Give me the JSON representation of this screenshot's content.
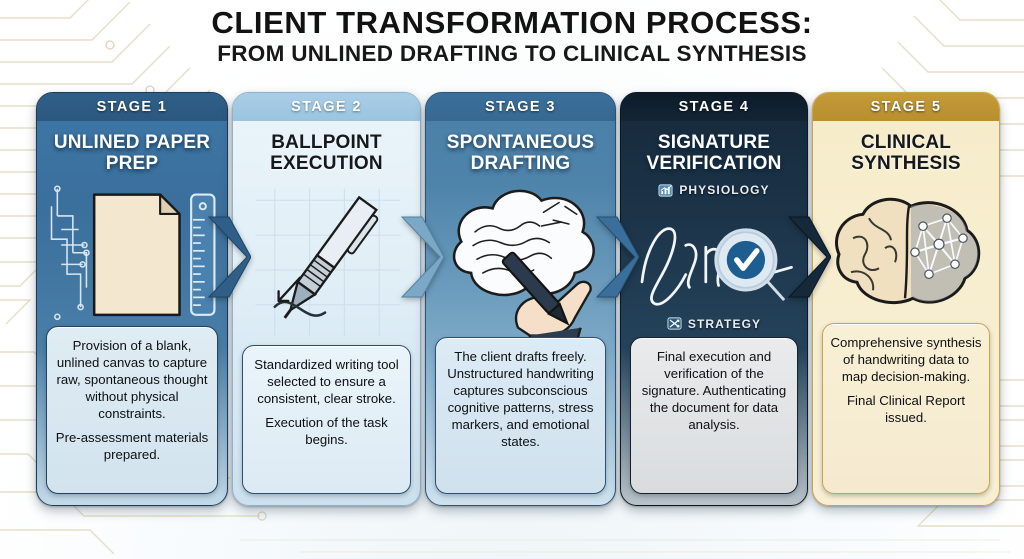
{
  "header": {
    "title_line1": "CLIENT TRANSFORMATION PROCESS:",
    "title_line2": "FROM UNLINED DRAFTING TO CLINICAL SYNTHESIS"
  },
  "colors": {
    "stage1_banner": "#2f5f88",
    "stage2_banner": "#a9cde6",
    "stage3_banner": "#3a6f9b",
    "stage4_banner": "#0d1b28",
    "stage5_banner": "#c59a38",
    "stage1_card": "#3d77a6",
    "stage2_card": "#e2eff7",
    "stage3_card": "#4e83aa",
    "stage4_card": "#1c3449",
    "stage5_card": "#f7eed0",
    "chevron_1": "#2f5f88",
    "chevron_2": "#7aa8c6",
    "chevron_3": "#3a6f9b",
    "chevron_4": "#16293a",
    "background": "#ffffff",
    "circuit_trace": "#e3dcc9"
  },
  "stages": [
    {
      "badge": "STAGE 1",
      "title": "UNLINED PAPER PREP",
      "illustration": "blank-paper-icon",
      "paragraphs": [
        "Provision of a blank, unlined canvas to capture raw, spontaneous thought without physical constraints.",
        "Pre-assessment materials prepared."
      ]
    },
    {
      "badge": "STAGE 2",
      "title": "BALLPOINT EXECUTION",
      "illustration": "ballpoint-pen-icon",
      "paragraphs": [
        "Standardized writing tool selected to ensure a consistent, clear stroke.",
        "Execution of the task begins."
      ]
    },
    {
      "badge": "STAGE 3",
      "title": "SPONTANEOUS DRAFTING",
      "illustration": "hand-writing-icon",
      "paragraphs": [
        "The client drafts freely. Unstructured handwriting captures subconscious cognitive patterns, stress markers, and emotional states."
      ]
    },
    {
      "badge": "STAGE 4",
      "title": "SIGNATURE VERIFICATION",
      "illustration": "signature-checkmark-icon",
      "labels": [
        {
          "text": "PHYSIOLOGY",
          "icon": "bar-chart-icon"
        },
        {
          "text": "STRATEGY",
          "icon": "crossed-arrows-icon"
        }
      ],
      "paragraphs": [
        "Final execution and verification of the signature. Authenticating the document for data analysis."
      ]
    },
    {
      "badge": "STAGE 5",
      "title": "CLINICAL SYNTHESIS",
      "illustration": "brain-network-icon",
      "paragraphs": [
        "Comprehensive synthesis of handwriting data to map decision-making.",
        "Final Clinical Report issued."
      ]
    }
  ]
}
